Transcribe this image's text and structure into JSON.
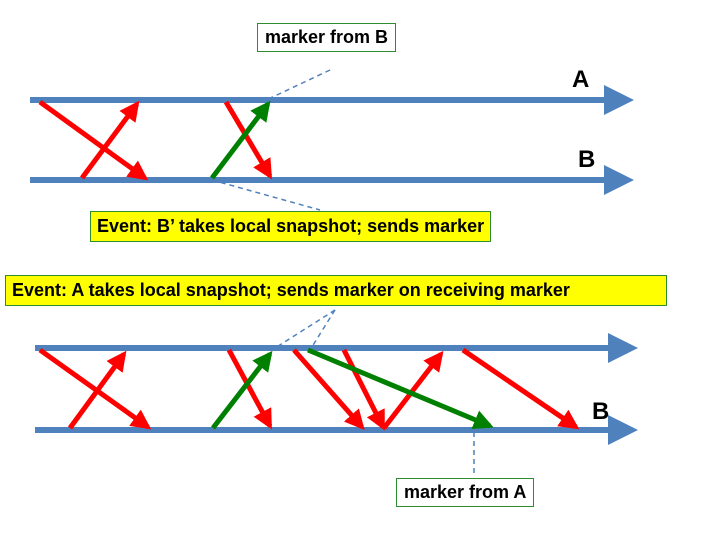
{
  "process_labels": {
    "top_a": "A",
    "top_b": "B",
    "bottom_b": "B"
  },
  "callouts": {
    "marker_from_b": "marker from B",
    "event_b": "Event: B’ takes local snapshot; sends marker",
    "event_a": "Event: A takes local snapshot; sends marker on receiving marker",
    "marker_from_a": "marker from A"
  },
  "colors": {
    "timeline": "#4f81bd",
    "application_message": "#ff0000",
    "marker_message": "#008000",
    "callout_border": "#2e8b2e",
    "event_highlight": "#ffff00"
  }
}
